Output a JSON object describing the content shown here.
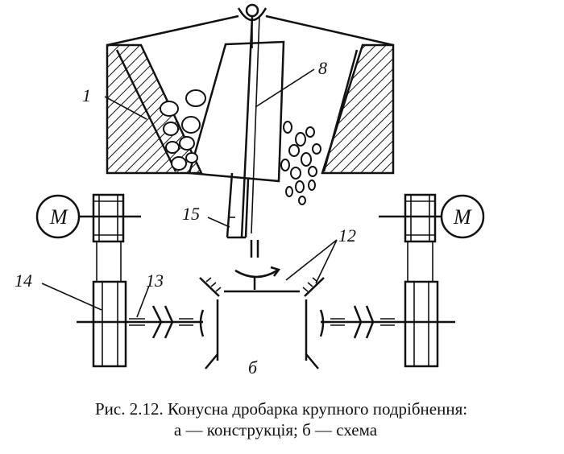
{
  "labels": {
    "housing": "1",
    "shaft": "8",
    "bearing": "15",
    "bevel_gears": "12",
    "coupling": "13",
    "pulley": "14",
    "scheme": "б"
  },
  "motor_left": "M",
  "motor_right": "M",
  "caption": {
    "line1": "Рис. 2.12. Конусна дробарка крупного подрібнення:",
    "line2": "а — конструкція; б — схема"
  }
}
